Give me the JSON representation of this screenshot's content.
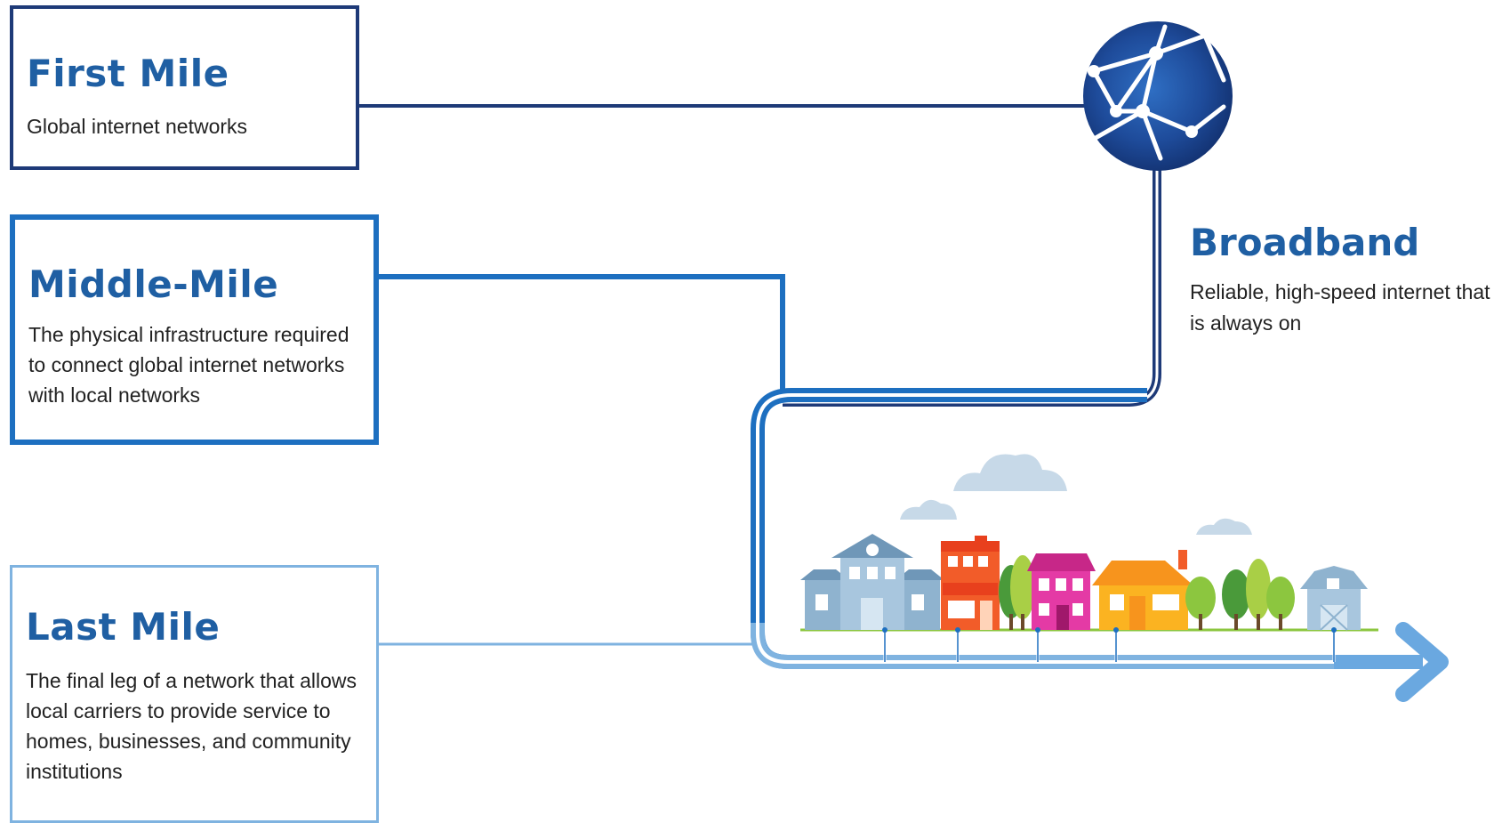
{
  "first_mile": {
    "title": "First Mile",
    "description": "Global internet networks"
  },
  "middle_mile": {
    "title": "Middle-Mile",
    "description": "The physical infrastructure required to connect global internet networks with local networks"
  },
  "last_mile": {
    "title": "Last Mile",
    "description": "The final leg of a network that allows local carriers to provide service to homes, businesses, and community institutions"
  },
  "broadband": {
    "title": "Broadband",
    "description": "Reliable, high-speed internet that is always on"
  },
  "colors": {
    "first_mile": "#1e3a78",
    "middle_mile": "#1d6fc0",
    "last_mile": "#7fb3e0",
    "title": "#1f5fa3"
  },
  "icons": [
    "globe-icon",
    "town-illustration",
    "arrow-icon",
    "cloud-icon"
  ]
}
